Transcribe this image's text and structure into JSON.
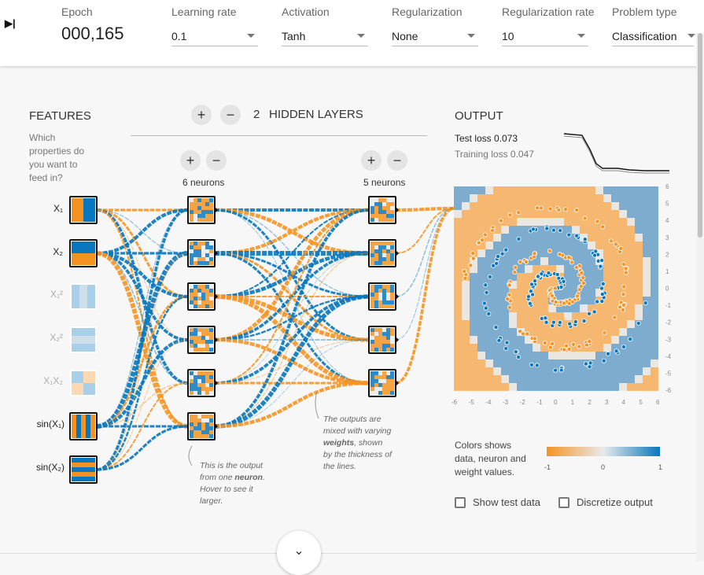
{
  "controls": {
    "play_icon": "skip-forward-icon",
    "epoch": {
      "label": "Epoch",
      "value": "000,165"
    },
    "learning_rate": {
      "label": "Learning rate",
      "value": "0.1"
    },
    "activation": {
      "label": "Activation",
      "value": "Tanh"
    },
    "regularization": {
      "label": "Regularization",
      "value": "None"
    },
    "regularization_rate": {
      "label": "Regularization rate",
      "value": "10"
    },
    "problem_type": {
      "label": "Problem type",
      "value": "Classification"
    }
  },
  "features": {
    "title": "FEATURES",
    "question": [
      "Which",
      "properties do",
      "you want to",
      "feed in?"
    ],
    "items": [
      {
        "label": "X₁",
        "active": true
      },
      {
        "label": "X₂",
        "active": true
      },
      {
        "label": "X₁²",
        "active": false
      },
      {
        "label": "X₂²",
        "active": false
      },
      {
        "label": "X₁X₂",
        "active": false
      },
      {
        "label": "sin(X₁)",
        "active": true
      },
      {
        "label": "sin(X₂)",
        "active": true
      }
    ]
  },
  "hidden": {
    "count": "2",
    "title": "HIDDEN LAYERS",
    "layers": [
      {
        "neurons_label": "6 neurons"
      },
      {
        "neurons_label": "5 neurons"
      }
    ]
  },
  "notes": {
    "neuron": [
      "This is the output",
      "from one neuron.",
      "Hover to see it",
      "larger."
    ],
    "weights": [
      "The outputs are",
      "mixed with varying",
      "weights, shown",
      "by the thickness of",
      "the lines."
    ]
  },
  "output": {
    "title": "OUTPUT",
    "test_loss": "Test loss 0.073",
    "training_loss": "Training loss 0.047",
    "y_ticks": [
      "6",
      "5",
      "4",
      "3",
      "2",
      "1",
      "0",
      "-1",
      "-2",
      "-3",
      "-4",
      "-5",
      "-6"
    ],
    "x_ticks": [
      "-6",
      "-5",
      "-4",
      "-3",
      "-2",
      "-1",
      "0",
      "1",
      "2",
      "3",
      "4",
      "5",
      "6"
    ],
    "legend_text": [
      "Colors shows",
      "data, neuron and",
      "weight values."
    ],
    "legend_ticks": [
      "-1",
      "0",
      "1"
    ],
    "show_test_data": "Show test data",
    "discretize_output": "Discretize output"
  },
  "colors": {
    "orange": "#f59322",
    "blue": "#0877bd",
    "light": "#e8eaeb"
  }
}
